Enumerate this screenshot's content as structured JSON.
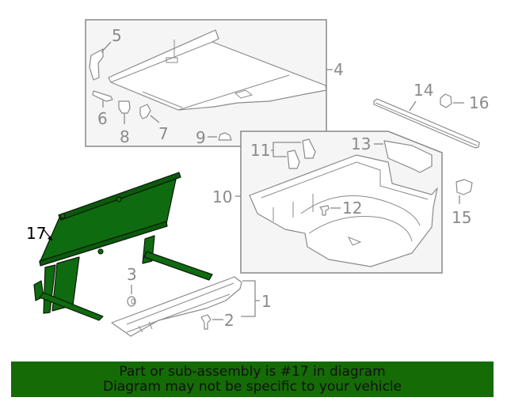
{
  "diagram": {
    "highlighted_part": "17",
    "highlight_color": "#0f6b0f",
    "callouts": [
      {
        "id": "1",
        "label": "1"
      },
      {
        "id": "2",
        "label": "2"
      },
      {
        "id": "3",
        "label": "3"
      },
      {
        "id": "4",
        "label": "4"
      },
      {
        "id": "5",
        "label": "5"
      },
      {
        "id": "6",
        "label": "6"
      },
      {
        "id": "7",
        "label": "7"
      },
      {
        "id": "8",
        "label": "8"
      },
      {
        "id": "9",
        "label": "9"
      },
      {
        "id": "10",
        "label": "10"
      },
      {
        "id": "11",
        "label": "11"
      },
      {
        "id": "12",
        "label": "12"
      },
      {
        "id": "13",
        "label": "13"
      },
      {
        "id": "14",
        "label": "14"
      },
      {
        "id": "15",
        "label": "15"
      },
      {
        "id": "16",
        "label": "16"
      },
      {
        "id": "17",
        "label": "17"
      }
    ]
  },
  "banner": {
    "line1": "Part or sub-assembly is #17 in diagram",
    "line2": "Diagram may not be specific to your vehicle",
    "background": "#156b06"
  }
}
